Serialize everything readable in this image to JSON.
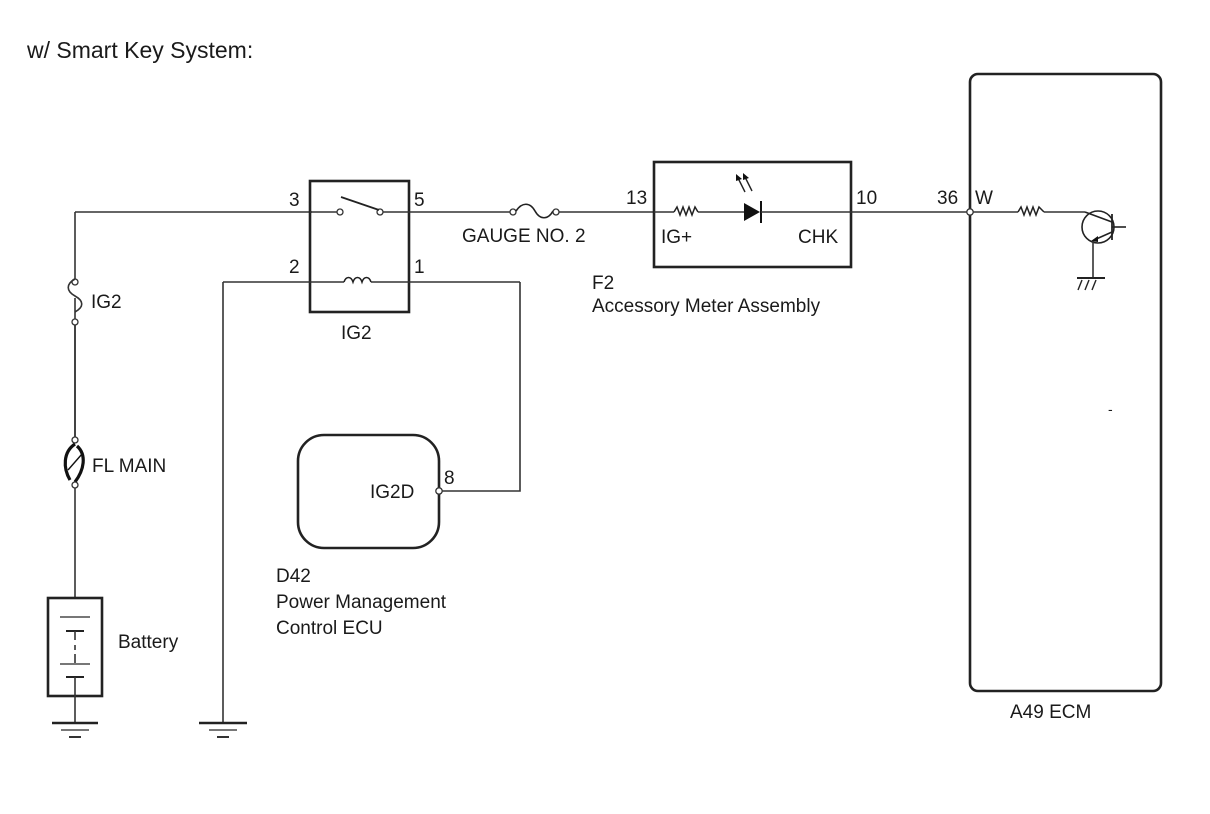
{
  "diagram": {
    "title": "w/ Smart Key System:",
    "fuses": {
      "ig2": "IG2",
      "fl_main": "FL MAIN",
      "gauge": "GAUGE NO. 2"
    },
    "battery": {
      "label": "Battery"
    },
    "relay": {
      "label": "IG2",
      "pins": {
        "p3": "3",
        "p5": "5",
        "p2": "2",
        "p1": "1"
      }
    },
    "power_ecu": {
      "code": "D42",
      "name_line1": "Power Management",
      "name_line2": "Control ECU",
      "terminal": "IG2D",
      "pin": "8"
    },
    "meter": {
      "code": "F2",
      "name": "Accessory Meter Assembly",
      "pin_in": "13",
      "pin_out": "10",
      "terminal_in": "IG+",
      "terminal_out": "CHK"
    },
    "ecm": {
      "label": "A49 ECM",
      "pin": "36",
      "terminal": "W",
      "mark": "-"
    }
  }
}
